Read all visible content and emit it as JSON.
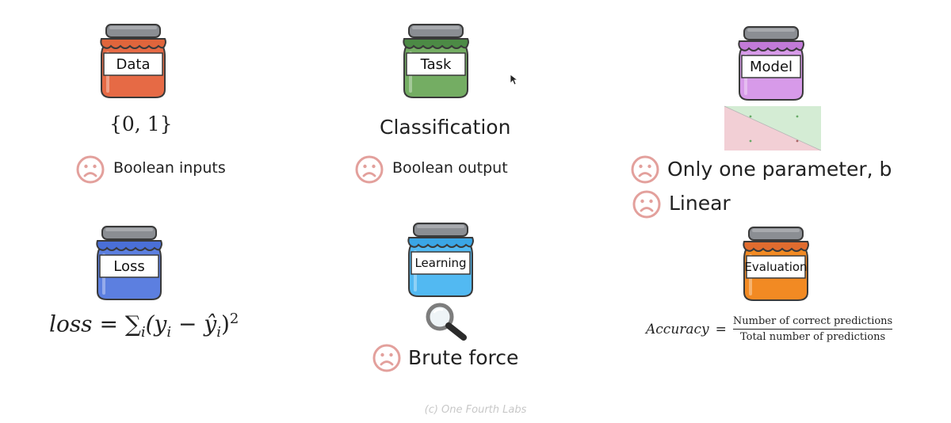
{
  "jars": {
    "data": {
      "label": "Data",
      "lid": "#8b8e93",
      "cloth": "#e0653c",
      "body": "#e66a45"
    },
    "task": {
      "label": "Task",
      "lid": "#8b8e93",
      "cloth": "#4c8a45",
      "body": "#74ad63"
    },
    "model": {
      "label": "Model",
      "lid": "#8b8e93",
      "cloth": "#c27ad8",
      "body": "#d79ae9"
    },
    "loss": {
      "label": "Loss",
      "lid": "#8b8e93",
      "cloth": "#4a6fd7",
      "body": "#5c7fe0"
    },
    "learning": {
      "label": "Learning",
      "lid": "#8b8e93",
      "cloth": "#3aa6e6",
      "body": "#52b9f2"
    },
    "evaluation": {
      "label": "Evaluation",
      "lid": "#8b8e93",
      "cloth": "#e06c2f",
      "body": "#f28a23"
    }
  },
  "data_value": "{0, 1}",
  "task_value": "Classification",
  "points": {
    "data": "Boolean inputs",
    "task": "Boolean output",
    "model_1": "Only one parameter, b",
    "model_2": "Linear",
    "learning": "Brute force"
  },
  "loss_formula": {
    "lhs": "loss",
    "eq": "=",
    "sum": "∑",
    "sub": "i",
    "body": "(y",
    "body_sub": "i",
    "minus": " − ŷ",
    "hat_sub": "i",
    "close": ")",
    "power": "2"
  },
  "accuracy_formula": {
    "lhs": "Accuracy",
    "eq": "=",
    "numerator": "Number of correct predictions",
    "denominator": "Total number of predictions"
  },
  "footer": "(c) One Fourth Labs",
  "colors": {
    "sad_face": "#e3a09c",
    "text": "#222222",
    "footer": "#c8c8c8"
  }
}
